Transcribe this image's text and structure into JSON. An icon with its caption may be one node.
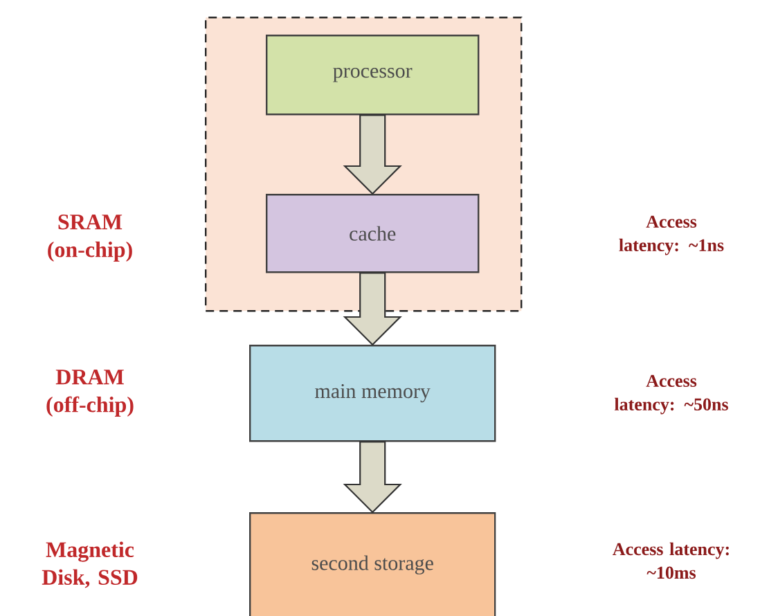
{
  "diagram": {
    "nodes": [
      {
        "text": [],
        "shape": "box"
      },
      {
        "text": [
          "processor"
        ],
        "in": 0
      },
      {
        "text": [
          "cache"
        ],
        "in": 0
      },
      {
        "text": [
          "main memory"
        ]
      },
      {
        "text": [
          "second storage"
        ]
      }
    ],
    "edges": [
      {
        "from": 1,
        "to": 2,
        "arrow": "to"
      },
      {
        "from": 2,
        "to": 3,
        "arrow": "to"
      },
      {
        "from": 3,
        "to": 4,
        "arrow": "to"
      }
    ],
    "labels": [
      "SRAM (on-chip)",
      "Access latency: ~1ns",
      "DRAM (off-chip)",
      "Access latency: ~50ns",
      "Magnetic Disk, SSD",
      "Access latency: ~10ms"
    ]
  }
}
